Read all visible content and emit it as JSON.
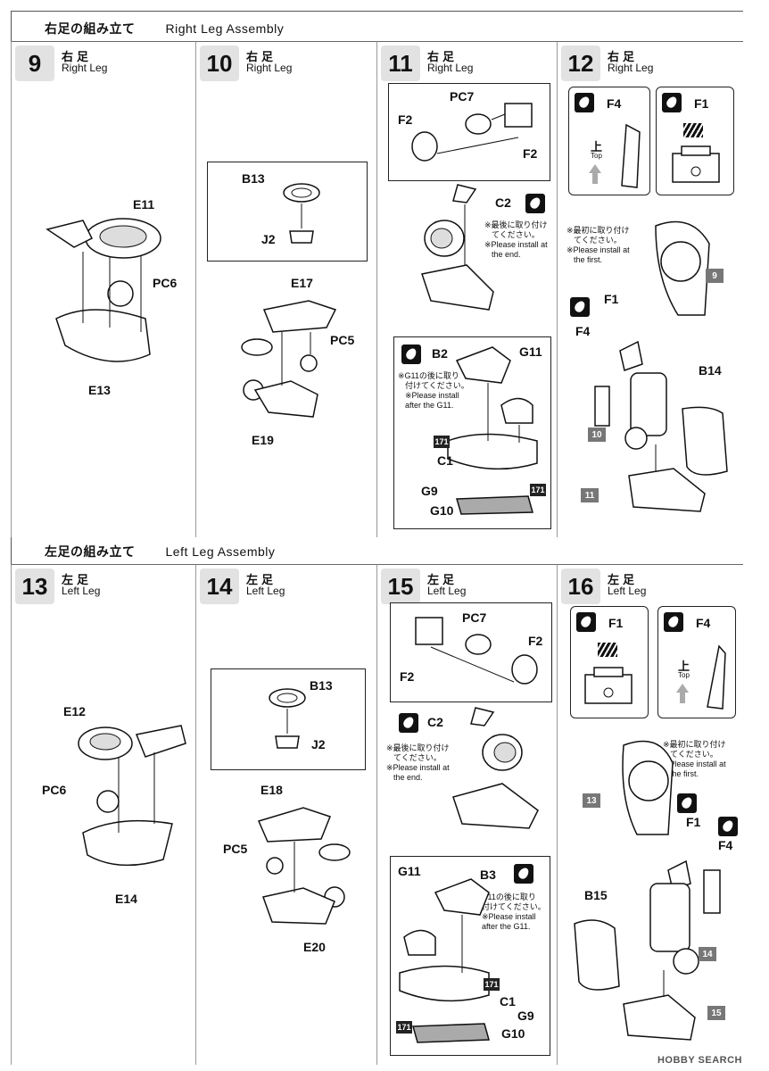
{
  "sections": {
    "right": {
      "jp": "右足の組み立て",
      "en": "Right Leg Assembly"
    },
    "left": {
      "jp": "左足の組み立て",
      "en": "Left Leg Assembly"
    }
  },
  "steps": {
    "s9": {
      "num": "9",
      "jp": "右足",
      "en": "Right Leg",
      "labels": {
        "a": "E11",
        "b": "PC6",
        "c": "E13"
      }
    },
    "s10": {
      "num": "10",
      "jp": "右足",
      "en": "Right Leg",
      "labels": {
        "a": "B13",
        "b": "J2",
        "c": "E17",
        "d": "PC5",
        "e": "E19"
      }
    },
    "s11": {
      "num": "11",
      "jp": "右足",
      "en": "Right Leg",
      "labels": {
        "pc7": "PC7",
        "f2a": "F2",
        "f2b": "F2",
        "c2": "C2",
        "b2": "B2",
        "g11": "G11",
        "c1": "C1",
        "g9": "G9",
        "g10": "G10",
        "t1": "171",
        "t2": "171"
      }
    },
    "s12": {
      "num": "12",
      "jp": "右足",
      "en": "Right Leg",
      "labels": {
        "f4": "F4",
        "f1": "F1",
        "top_jp": "上",
        "top_en": "Top",
        "f1b": "F1",
        "f4b": "F4",
        "b14": "B14",
        "r9": "9",
        "r10": "10",
        "r11": "11"
      }
    },
    "s13": {
      "num": "13",
      "jp": "左足",
      "en": "Left Leg",
      "labels": {
        "a": "E12",
        "b": "PC6",
        "c": "E14"
      }
    },
    "s14": {
      "num": "14",
      "jp": "左足",
      "en": "Left Leg",
      "labels": {
        "a": "B13",
        "b": "J2",
        "c": "E18",
        "d": "PC5",
        "e": "E20"
      }
    },
    "s15": {
      "num": "15",
      "jp": "左足",
      "en": "Left Leg",
      "labels": {
        "pc7": "PC7",
        "f2a": "F2",
        "f2b": "F2",
        "c2": "C2",
        "b3": "B3",
        "g11": "G11",
        "c1": "C1",
        "g9": "G9",
        "g10": "G10",
        "t1": "171",
        "t2": "171"
      }
    },
    "s16": {
      "num": "16",
      "jp": "左足",
      "en": "Left Leg",
      "labels": {
        "f1": "F1",
        "f4": "F4",
        "top_jp": "上",
        "top_en": "Top",
        "f1b": "F1",
        "f4b": "F4",
        "b15": "B15",
        "r13": "13",
        "r14": "14",
        "r15": "15"
      }
    }
  },
  "notes": {
    "end": {
      "jp1": "※最後に取り付け",
      "jp2": "てください。",
      "en1": "※Please install at",
      "en2": "the end."
    },
    "after_g11": {
      "jp1": "※G11の後に取り",
      "jp2": "付けてください。",
      "en1": "※Please install",
      "en2": "after the G11."
    },
    "first": {
      "jp1": "※最初に取り付け",
      "jp2": "てください。",
      "en1": "※Please install at",
      "en2": "the first."
    }
  },
  "watermark": "HOBBY SEARCH"
}
